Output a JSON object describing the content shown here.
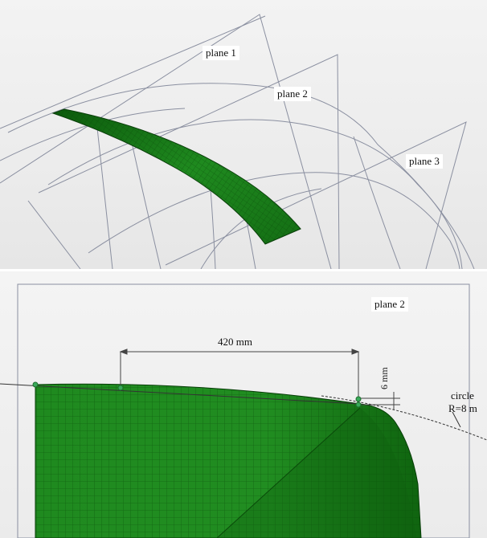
{
  "top_panel": {
    "plane_labels": [
      "plane 1",
      "plane 2",
      "plane 3"
    ]
  },
  "bottom_panel": {
    "plane_label": "plane 2",
    "dimension_horizontal": "420 mm",
    "dimension_vertical": "6 mm",
    "circle_label_line1": "circle",
    "circle_label_line2": "R=8 m"
  },
  "colors": {
    "surface_green": "#1f8a1f",
    "surface_dark": "#0b5a0b",
    "mesh_line": "#0a4a0a",
    "construction_line": "#8a8fa0",
    "point_marker": "#3aaa5a"
  }
}
